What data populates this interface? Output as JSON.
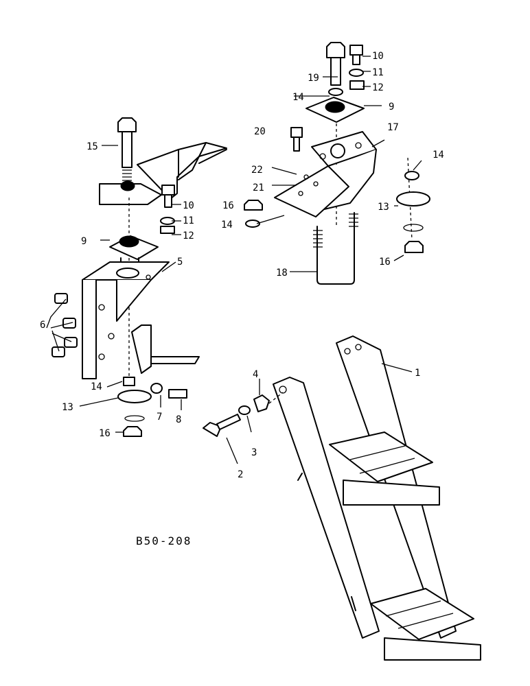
{
  "drawing_code": "B50-208",
  "callouts": [
    {
      "id": "c1",
      "label": "1"
    },
    {
      "id": "c2",
      "label": "2"
    },
    {
      "id": "c3",
      "label": "3"
    },
    {
      "id": "c4",
      "label": "4"
    },
    {
      "id": "c5",
      "label": "5"
    },
    {
      "id": "c6",
      "label": "6"
    },
    {
      "id": "c7",
      "label": "7"
    },
    {
      "id": "c8",
      "label": "8"
    },
    {
      "id": "c9a",
      "label": "9"
    },
    {
      "id": "c9b",
      "label": "9"
    },
    {
      "id": "c10a",
      "label": "10"
    },
    {
      "id": "c10b",
      "label": "10"
    },
    {
      "id": "c11a",
      "label": "11"
    },
    {
      "id": "c11b",
      "label": "11"
    },
    {
      "id": "c12a",
      "label": "12"
    },
    {
      "id": "c12b",
      "label": "12"
    },
    {
      "id": "c13a",
      "label": "13"
    },
    {
      "id": "c13b",
      "label": "13"
    },
    {
      "id": "c14a",
      "label": "14"
    },
    {
      "id": "c14b",
      "label": "14"
    },
    {
      "id": "c14c",
      "label": "14"
    },
    {
      "id": "c14d",
      "label": "14"
    },
    {
      "id": "c15",
      "label": "15"
    },
    {
      "id": "c16a",
      "label": "16"
    },
    {
      "id": "c16b",
      "label": "16"
    },
    {
      "id": "c16c",
      "label": "16"
    },
    {
      "id": "c17",
      "label": "17"
    },
    {
      "id": "c18",
      "label": "18"
    },
    {
      "id": "c19",
      "label": "19"
    },
    {
      "id": "c20",
      "label": "20"
    },
    {
      "id": "c21",
      "label": "21"
    },
    {
      "id": "c22",
      "label": "22"
    }
  ]
}
